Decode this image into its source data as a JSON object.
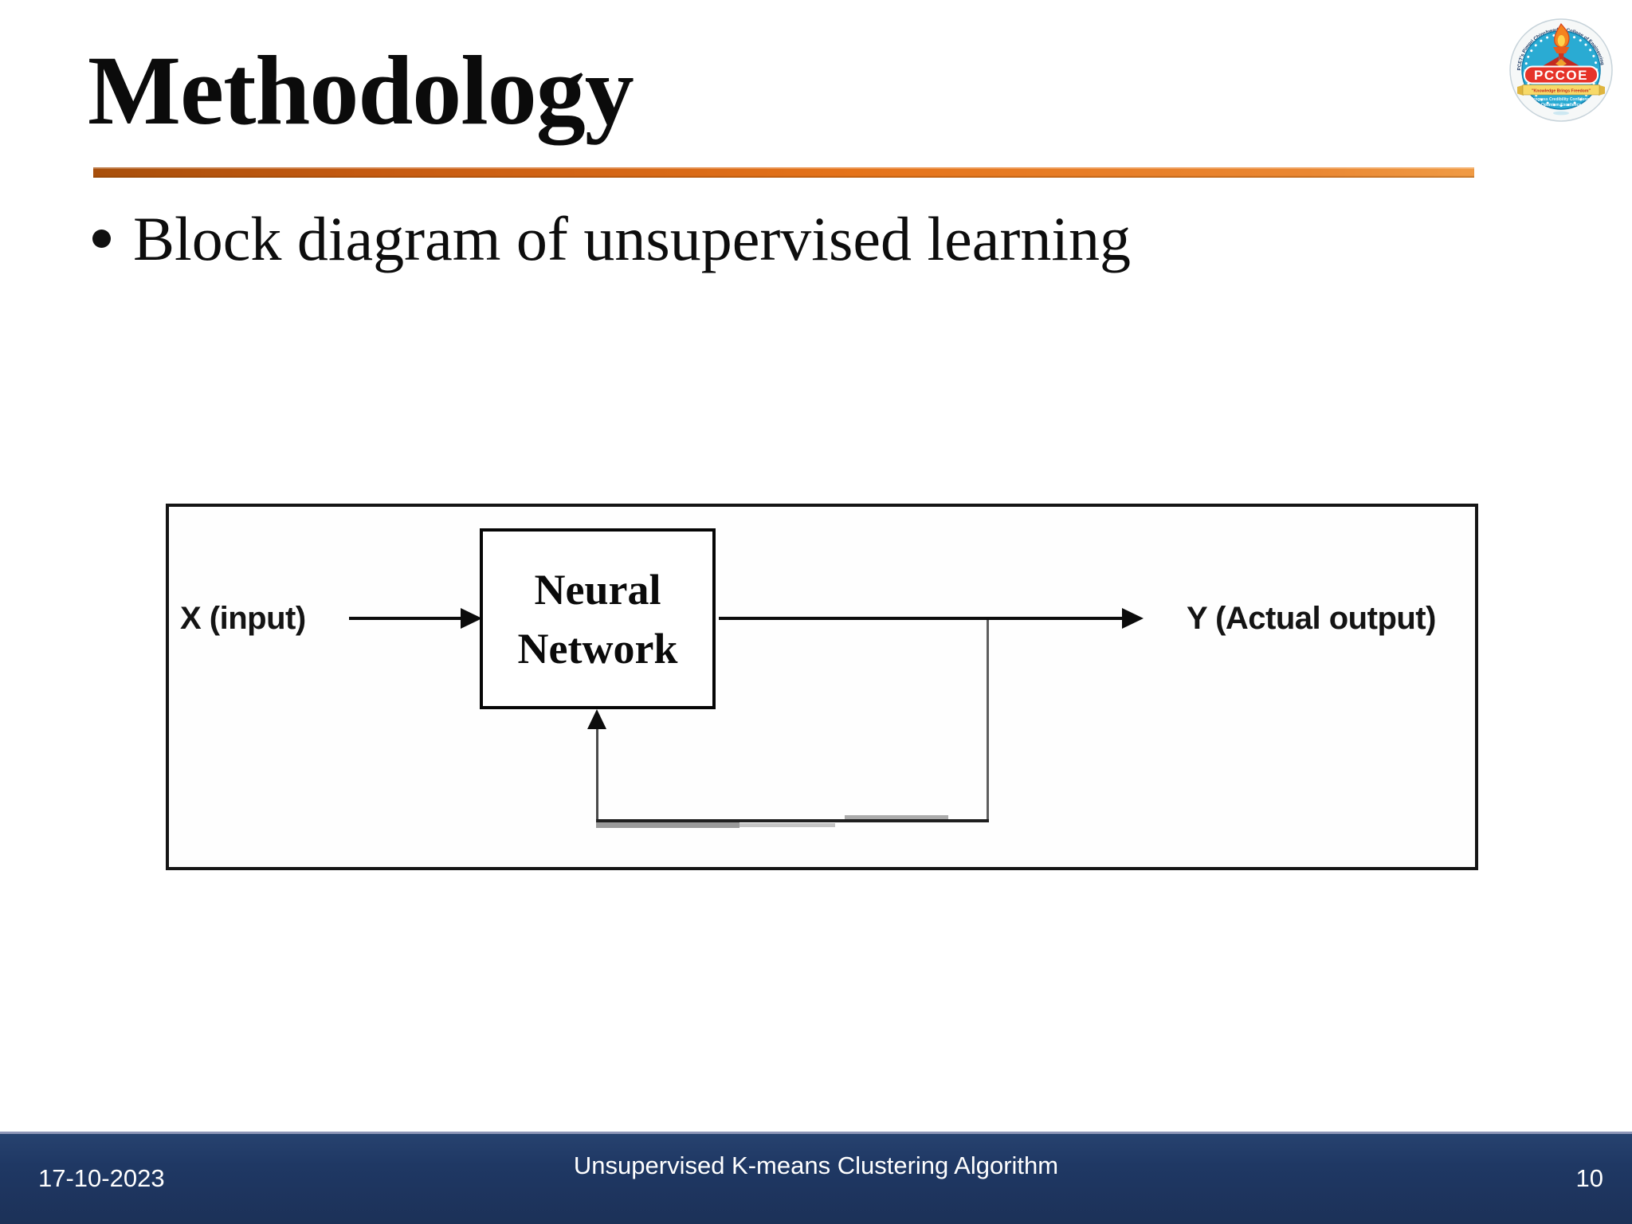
{
  "slide": {
    "title": "Methodology",
    "bullet_text": "Block diagram of unsupervised learning"
  },
  "diagram": {
    "input_label": "X (input)",
    "box_line1": "Neural",
    "box_line2": "Network",
    "output_label": "Y (Actual output)"
  },
  "footer": {
    "date": "17-10-2023",
    "title": "Unsupervised K-means Clustering Algorithm",
    "page_number": "10"
  },
  "logo": {
    "ring_text_left": "PCET's Pimpri Chinchwad",
    "ring_text_right": "College of Engineering",
    "acronym": "PCCOE",
    "motto": "\"Knowledge Brings Freedom\"",
    "tagline_line1": "Progress Credibility Confidence",
    "tagline_line2": "Optimism Excellence"
  },
  "colors": {
    "accent_rule_orange": "#e5731a",
    "footer_bg": "#1f3864",
    "footer_top_edge": "#9097b8",
    "diagram_line": "#0c0c0c",
    "feedback_line_gray": "#5e5e5e",
    "logo_disc_blue": "#2aabd3",
    "logo_band_red": "#e63329",
    "logo_ribbon_gold": "#f7d968",
    "logo_flame_orange": "#f5831f"
  }
}
